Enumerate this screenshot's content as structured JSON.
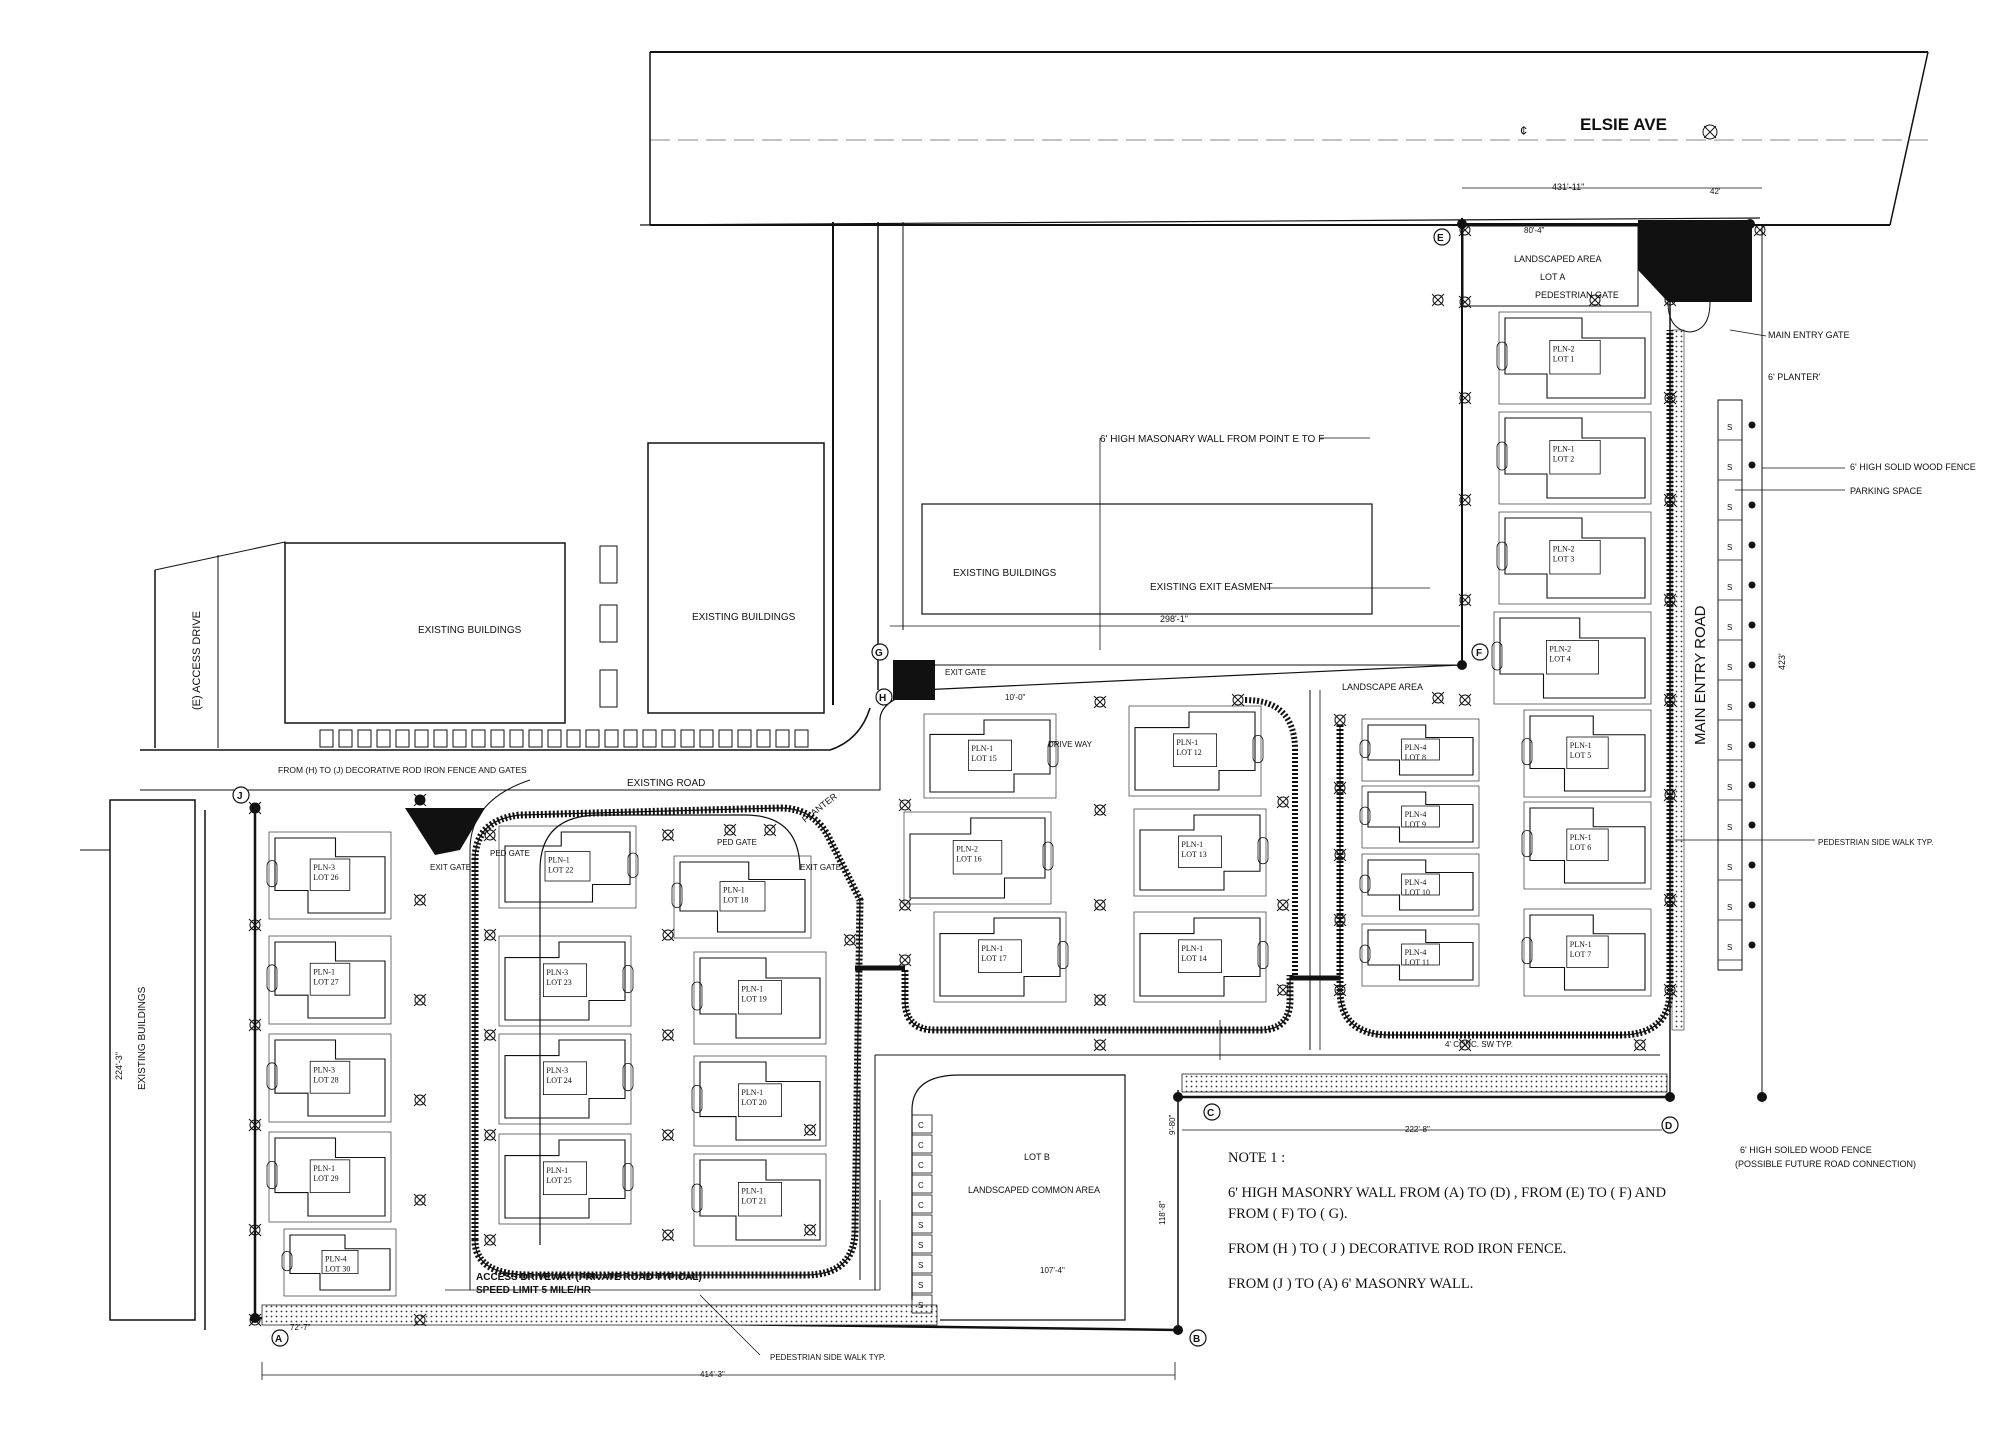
{
  "street": {
    "name": "ELSIE AVE",
    "prefix": "¢"
  },
  "labels": {
    "existing_buildings": "EXISTING BUILDINGS",
    "existing_buildings_lower": "EXISTING BUILDINGS",
    "access_drive": "(E) ACCESS DRIVE",
    "existing_road": "EXISTING ROAD",
    "existing_exit_easement": "EXISTING EXIT EASMENT",
    "landscaped_area": "LANDSCAPED AREA",
    "lot_a": "LOT A",
    "pedestrian_gate": "PEDESTRIAN GATE",
    "main_entry_gate": "MAIN ENTRY GATE",
    "planter_6": "6' PLANTER'",
    "solid_wood_fence": "6' HIGH SOLID WOOD FENCE",
    "parking_space": "PARKING SPACE",
    "main_entry_road": "MAIN ENTRY ROAD",
    "masonry_wall_e_f": "6' HIGH MASONARY WALL FROM POINT E TO F",
    "landscape_area": "LANDSCAPE AREA",
    "pedestrian_side_walk_right": "PEDESTRIAN SIDE WALK TYP.",
    "soiled_wood_fence": "6' HIGH SOILED WOOD FENCE",
    "future_road": "(POSSIBLE FUTURE ROAD CONNECTION)",
    "lot_b": "LOT B",
    "landscaped_common_area": "LANDSCAPED COMMON AREA",
    "access_driveway": "ACCESS DRIVEWAY (PRIVATE ROAD TYPICAL)",
    "speed_limit": "SPEED LIMIT 5 MILE/HR",
    "pedestrian_side_walk_bottom": "PEDESTRIAN SIDE WALK TYP.",
    "fence_h_j": "FROM (H) TO (J) DECORATIVE ROD IRON FENCE AND GATES",
    "exit_gate_top": "EXIT GATE",
    "exit_gate_left": "EXIT GATE",
    "exit_gate_mid": "EXIT GATE",
    "ped_gate_1": "PED GATE",
    "ped_gate_2": "PED GATE",
    "planter": "PLANTER",
    "drive_way": "DRIVE WAY",
    "conc_sw": "4' CONC. SW TYP."
  },
  "points": {
    "a": "A",
    "b": "B",
    "c": "C",
    "d": "D",
    "e": "E",
    "f": "F",
    "g": "G",
    "h": "H",
    "j": "J"
  },
  "dimensions": {
    "top": "431'-11\"",
    "top_lot_a": "80'-4\"",
    "top_gate": "42'",
    "e_to_f": "298'-1\"",
    "c_to_d": "222'-8\"",
    "a_to_b": "72'-7\"",
    "bottom_total": "414'-3\"",
    "lot_b_width": "107'-4\"",
    "lot_b_height": "118'-8\"",
    "left_height": "224'-3\"",
    "right_height": "423'",
    "drive_way": "10'-0\"",
    "lot_b_edge": "9'-80\""
  },
  "lots": [
    {
      "plan": "PLN-2",
      "lot": "LOT 1"
    },
    {
      "plan": "PLN-1",
      "lot": "LOT 2"
    },
    {
      "plan": "PLN-2",
      "lot": "LOT 3"
    },
    {
      "plan": "PLN-2",
      "lot": "LOT 4"
    },
    {
      "plan": "PLN-1",
      "lot": "LOT 5"
    },
    {
      "plan": "PLN-1",
      "lot": "LOT 6"
    },
    {
      "plan": "PLN-1",
      "lot": "LOT 7"
    },
    {
      "plan": "PLN-4",
      "lot": "LOT 8"
    },
    {
      "plan": "PLN-4",
      "lot": "LOT 9"
    },
    {
      "plan": "PLN-4",
      "lot": "LOT 10"
    },
    {
      "plan": "PLN-4",
      "lot": "LOT 11"
    },
    {
      "plan": "PLN-1",
      "lot": "LOT 12"
    },
    {
      "plan": "PLN-1",
      "lot": "LOT 13"
    },
    {
      "plan": "PLN-1",
      "lot": "LOT 14"
    },
    {
      "plan": "PLN-1",
      "lot": "LOT 15"
    },
    {
      "plan": "PLN-2",
      "lot": "LOT 16"
    },
    {
      "plan": "PLN-1",
      "lot": "LOT 17"
    },
    {
      "plan": "PLN-1",
      "lot": "LOT 18"
    },
    {
      "plan": "PLN-1",
      "lot": "LOT 19"
    },
    {
      "plan": "PLN-1",
      "lot": "LOT 20"
    },
    {
      "plan": "PLN-1",
      "lot": "LOT 21"
    },
    {
      "plan": "PLN-1",
      "lot": "LOT 22"
    },
    {
      "plan": "PLN-3",
      "lot": "LOT 23"
    },
    {
      "plan": "PLN-3",
      "lot": "LOT 24"
    },
    {
      "plan": "PLN-1",
      "lot": "LOT 25"
    },
    {
      "plan": "PLN-3",
      "lot": "LOT 26"
    },
    {
      "plan": "PLN-1",
      "lot": "LOT 27"
    },
    {
      "plan": "PLN-3",
      "lot": "LOT 28"
    },
    {
      "plan": "PLN-1",
      "lot": "LOT 29"
    },
    {
      "plan": "PLN-4",
      "lot": "LOT 30"
    }
  ],
  "parking_marks": [
    "S",
    "S",
    "S",
    "S",
    "S",
    "S",
    "S",
    "S",
    "S",
    "S",
    "S",
    "S",
    "S",
    "S"
  ],
  "common_marks": [
    "C",
    "C",
    "C",
    "C",
    "C",
    "S",
    "S",
    "S",
    "S",
    "S"
  ],
  "note": {
    "title": "NOTE 1 :",
    "line1": "6' HIGH MASONRY WALL FROM (A) TO (D) , FROM (E) TO ( F) AND FROM ( F) TO ( G).",
    "line2": "FROM (H ) TO ( J ) DECORATIVE ROD IRON FENCE.",
    "line3": "FROM (J ) TO (A) 6' MASONRY WALL."
  }
}
